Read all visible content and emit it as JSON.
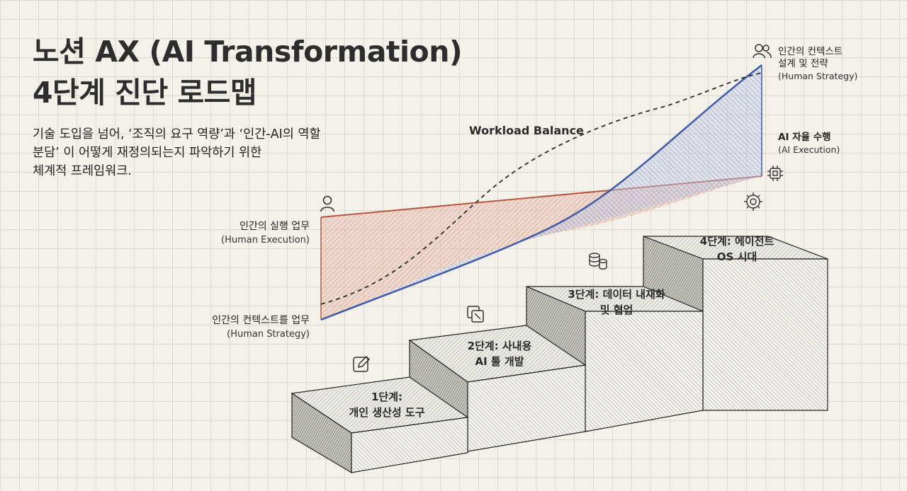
{
  "title": {
    "line1": "노션 AX (AI Transformation)",
    "line2": "4단계 진단 로드맵"
  },
  "subtitle": {
    "line1": "기술 도입을 넘어, ‘조직의 요구 역량’과 ‘인간-AI의 역할",
    "line2": "분담’ 이 어떻게 재정의되는지 파악하기 위한",
    "line3": "체계적 프레임워크."
  },
  "chart": {
    "heading": "Workload Balance",
    "left_top": {
      "ko": "인간의 실행 업무",
      "en": "(Human Execution)",
      "icon": "person-icon"
    },
    "left_bottom": {
      "ko": "인간의 컨텍스트를 업무",
      "en": "(Human Strategy)"
    },
    "right_top": {
      "ko_1": "인간의 컨텍스트",
      "ko_2": "설계 및 전략",
      "en": "(Human Strategy)",
      "icon": "people-icon"
    },
    "right_mid": {
      "ko": "AI 자율 수행",
      "en": "(AI Execution)",
      "icon": "chip-icon"
    },
    "colors": {
      "human_execution": "#b5573e",
      "human_strategy": "#3f5aa8",
      "ai_execution": "#2b2b2b"
    }
  },
  "steps": [
    {
      "line1": "1단계:",
      "line2": "개인 생산성 도구",
      "icon": "edit-icon"
    },
    {
      "line1": "2단계: 사내용",
      "line2": "AI 툴 개발",
      "icon": "tool-icon"
    },
    {
      "line1": "3단계: 데이터 내재화",
      "line2": "및 협업",
      "icon": "database-icon"
    },
    {
      "line1": "4단계: 에이전트",
      "line2": "OS 시대",
      "icon": "gear-chip-icon"
    }
  ]
}
